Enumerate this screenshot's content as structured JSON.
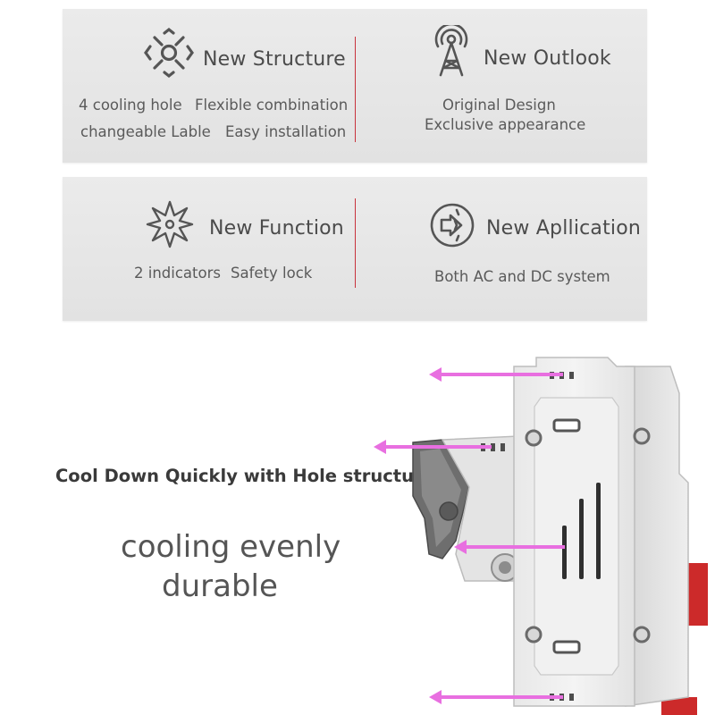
{
  "features": {
    "structure": {
      "title": "New Structure",
      "line1a": "4 cooling hole",
      "line1b": "Flexible combination",
      "line2a": "changeable Lable",
      "line2b": "Easy installation"
    },
    "outlook": {
      "title": "New Outlook",
      "line1": "Original Design",
      "line2": "Exclusive appearance"
    },
    "function": {
      "title": "New Function",
      "line1a": "2 indicators",
      "line1b": "Safety lock"
    },
    "application": {
      "title": "New Apllication",
      "line1": "Both AC and DC system"
    }
  },
  "captions": {
    "heading": "Cool Down Quickly with Hole structure",
    "line1": "cooling evenly",
    "line2": "durable"
  },
  "colors": {
    "panel_bg": "#e6e6e6",
    "divider": "#c8323c",
    "arrow": "#e86fe0",
    "icon": "#555555"
  },
  "icons": {
    "structure": "cooling-vents-icon",
    "outlook": "radio-tower-icon",
    "function": "compass-star-icon",
    "application": "plug-circle-icon"
  }
}
